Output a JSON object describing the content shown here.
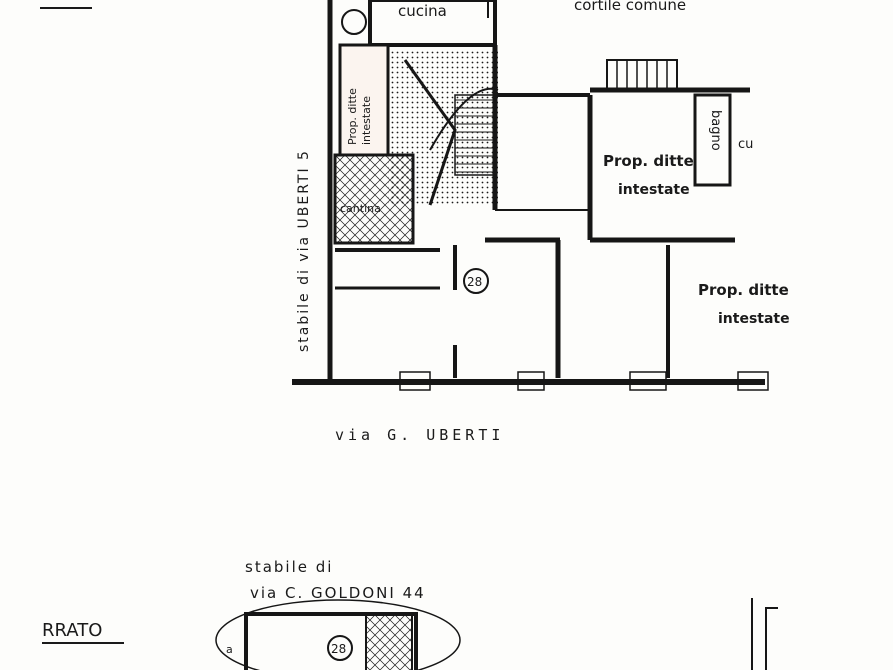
{
  "labels": {
    "cucina_top": "cucina",
    "cortile": "cortile comune",
    "stabile_side": "stabile di via UBERTI 5",
    "prop_ditte_small": "Prop. ditte",
    "prop_ditte_small2": "intestate",
    "cantina": "cantina",
    "prop_center_1": "Prop. ditte",
    "prop_center_2": "intestate",
    "bagno": "bagno",
    "cu": "cu",
    "prop_right_1": "Prop. ditte",
    "prop_right_2": "intestate",
    "unit_number": "28",
    "street": "via  G.  UBERTI",
    "goldoni_1": "stabile di",
    "goldoni_2": "via C. GOLDONI 44",
    "floor_label": "RRATO",
    "lower_unit_number": "28",
    "lower_a": "a"
  },
  "colors": {
    "ink": "#1a1a1a",
    "wall": "#161616",
    "paper": "#fdfdfb",
    "pink_tint": "#e8b9b0"
  }
}
